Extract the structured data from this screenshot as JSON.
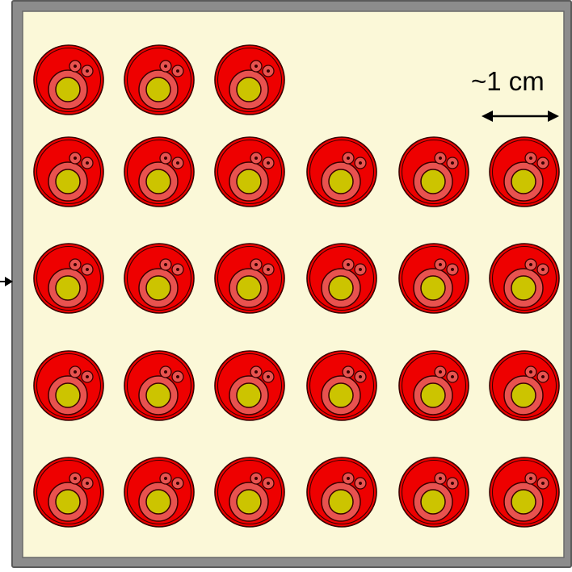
{
  "scale_bar": {
    "label": "~1 cm"
  },
  "grid": {
    "rows": [
      3,
      6,
      6,
      6,
      6
    ]
  },
  "colors": {
    "frame": "#8c8c8c",
    "frame_border": "#5a5a5a",
    "background": "#fbf8d8",
    "outer_disc": "#ee0000",
    "ring": "#e8524f",
    "core": "#ccc400",
    "outline": "#3a0000",
    "arrow": "#000000"
  },
  "icons": {
    "entry_arrow": "arrow-right-icon",
    "scale_arrow": "double-arrow-icon"
  }
}
